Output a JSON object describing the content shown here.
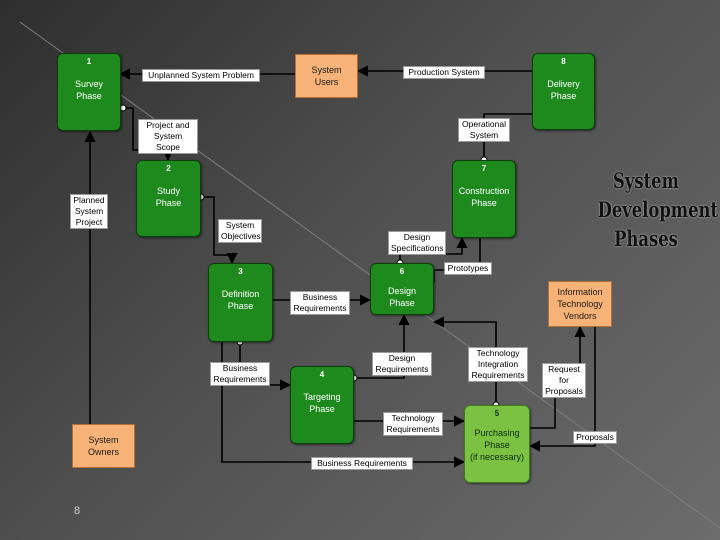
{
  "title_lines": [
    "System",
    "Development",
    "Phases"
  ],
  "page_number": "8",
  "phases": [
    {
      "number": "1",
      "name": "Survey\nPhase"
    },
    {
      "number": "2",
      "name": "Study\nPhase"
    },
    {
      "number": "3",
      "name": "Definition\nPhase"
    },
    {
      "number": "4",
      "name": "Targeting\nPhase"
    },
    {
      "number": "5",
      "name": "Purchasing\nPhase\n(if necessary)"
    },
    {
      "number": "6",
      "name": "Design\nPhase"
    },
    {
      "number": "7",
      "name": "Construction\nPhase"
    },
    {
      "number": "8",
      "name": "Delivery\nPhase"
    }
  ],
  "externals": {
    "system_users": "System\nUsers",
    "vendors": "Information\nTechnology\nVendors",
    "system_owners": "System\nOwners"
  },
  "labels": {
    "unplanned_problem": "Unplanned System Problem",
    "production_system": "Production System",
    "project_scope": "Project and\nSystem Scope",
    "operational_system": "Operational\nSystem",
    "planned_project": "Planned\nSystem\nProject",
    "system_objectives": "System\nObjectives",
    "design_specifications": "Design\nSpecifications",
    "prototypes": "Prototypes",
    "business_requirements_mid": "Business\nRequirements",
    "business_requirements_left": "Business\nRequirements",
    "design_requirements": "Design\nRequirements",
    "technology_integration": "Technology\nIntegration\nRequirements",
    "request_proposals": "Request\nfor\nProposals",
    "technology_requirements": "Technology\nRequirements",
    "proposals": "Proposals",
    "business_requirements_bottom": "Business Requirements"
  },
  "colors": {
    "phase_green": "#1e8a1e",
    "purchasing_green": "#7cc242",
    "external_orange": "#f7b277",
    "connector": "#000000"
  }
}
